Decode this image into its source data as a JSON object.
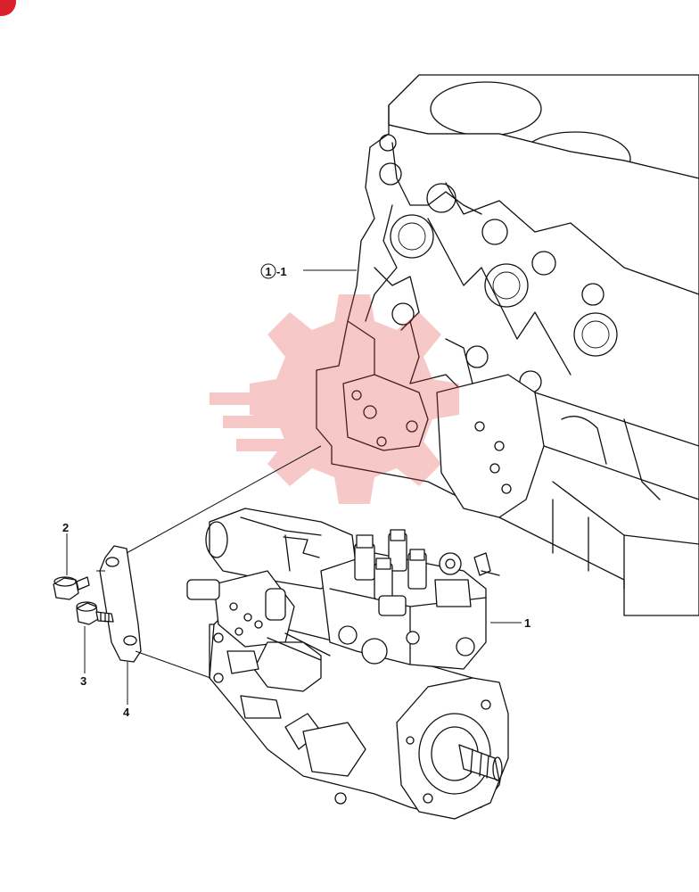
{
  "callouts": {
    "block_ref": "1",
    "block_ref_suffix": "-1",
    "pump": "1",
    "bolt_upper": "2",
    "bolt_lower": "3",
    "bracket": "4"
  },
  "colors": {
    "linework": "#111111",
    "watermark": "#e23a3a",
    "corner_badge": "#d9212c"
  },
  "icons": [
    "gear-watermark-icon",
    "corner-badge-icon"
  ]
}
